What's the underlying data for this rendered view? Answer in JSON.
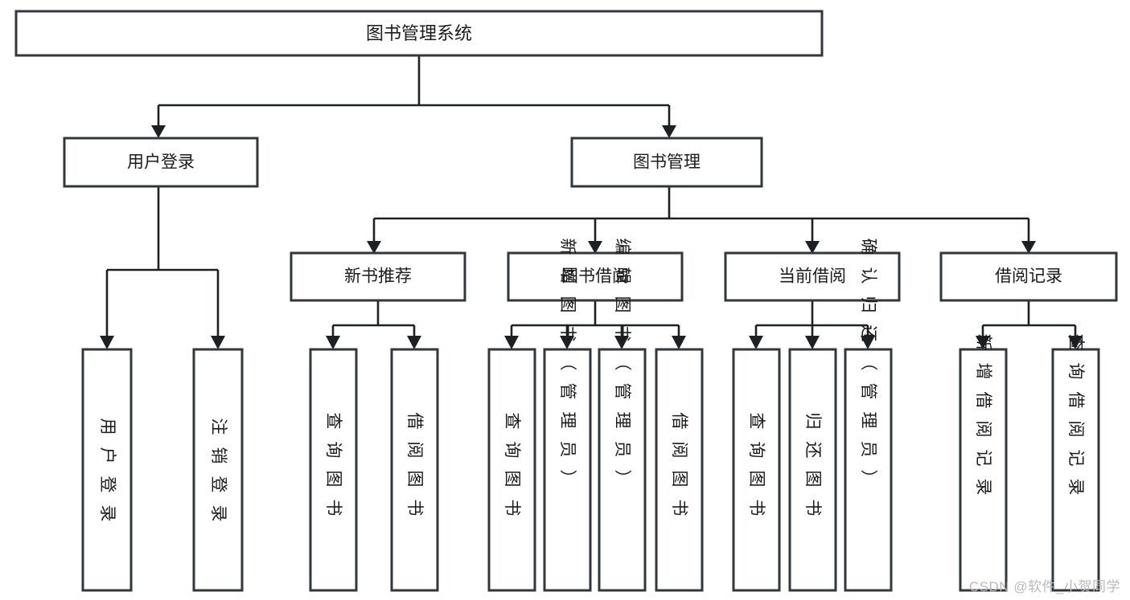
{
  "diagram": {
    "type": "tree-hierarchy-diagram",
    "title_node": {
      "id": "root",
      "label": "图书管理系统"
    },
    "level2": [
      {
        "id": "user-login",
        "label": "用户登录"
      },
      {
        "id": "book-management",
        "label": "图书管理"
      }
    ],
    "level3": [
      {
        "id": "new-book-recommend",
        "label": "新书推荐",
        "parent": "book-management"
      },
      {
        "id": "book-borrow",
        "label": "图书借阅",
        "parent": "book-management"
      },
      {
        "id": "current-borrow",
        "label": "当前借阅",
        "parent": "book-management"
      },
      {
        "id": "borrow-record",
        "label": "借阅记录",
        "parent": "book-management"
      }
    ],
    "leaves": [
      {
        "id": "leaf-user-login",
        "label": "用户登录",
        "parent": "user-login"
      },
      {
        "id": "leaf-logout-login",
        "label": "注销登录",
        "parent": "user-login"
      },
      {
        "id": "leaf-query-book-1",
        "label": "查询图书",
        "parent": "new-book-recommend"
      },
      {
        "id": "leaf-borrow-book-1",
        "label": "借阅图书",
        "parent": "new-book-recommend"
      },
      {
        "id": "leaf-query-book-2",
        "label": "查询图书",
        "parent": "book-borrow"
      },
      {
        "id": "leaf-add-book",
        "label": "新增图书（管理员）",
        "parent": "book-borrow"
      },
      {
        "id": "leaf-edit-book",
        "label": "编辑图书（管理员）",
        "parent": "book-borrow"
      },
      {
        "id": "leaf-borrow-book-2",
        "label": "借阅图书",
        "parent": "book-borrow"
      },
      {
        "id": "leaf-query-book-3",
        "label": "查询图书",
        "parent": "current-borrow"
      },
      {
        "id": "leaf-return-book",
        "label": "归还图书",
        "parent": "current-borrow"
      },
      {
        "id": "leaf-confirm-return",
        "label": "确认归还（管理员）",
        "parent": "current-borrow"
      },
      {
        "id": "leaf-add-record",
        "label": "新增借阅记录",
        "parent": "borrow-record"
      },
      {
        "id": "leaf-query-record",
        "label": "查询借阅记录",
        "parent": "borrow-record"
      }
    ],
    "colors": {
      "box_stroke": "#32373b",
      "box_fill": "#ffffff",
      "connector": "#1d2124",
      "label_text": "#1b1b1b",
      "watermark_text": "#b9b9b9",
      "background": "#ffffff"
    }
  },
  "watermark": {
    "text": "CSDN @软件_小贺同学"
  }
}
